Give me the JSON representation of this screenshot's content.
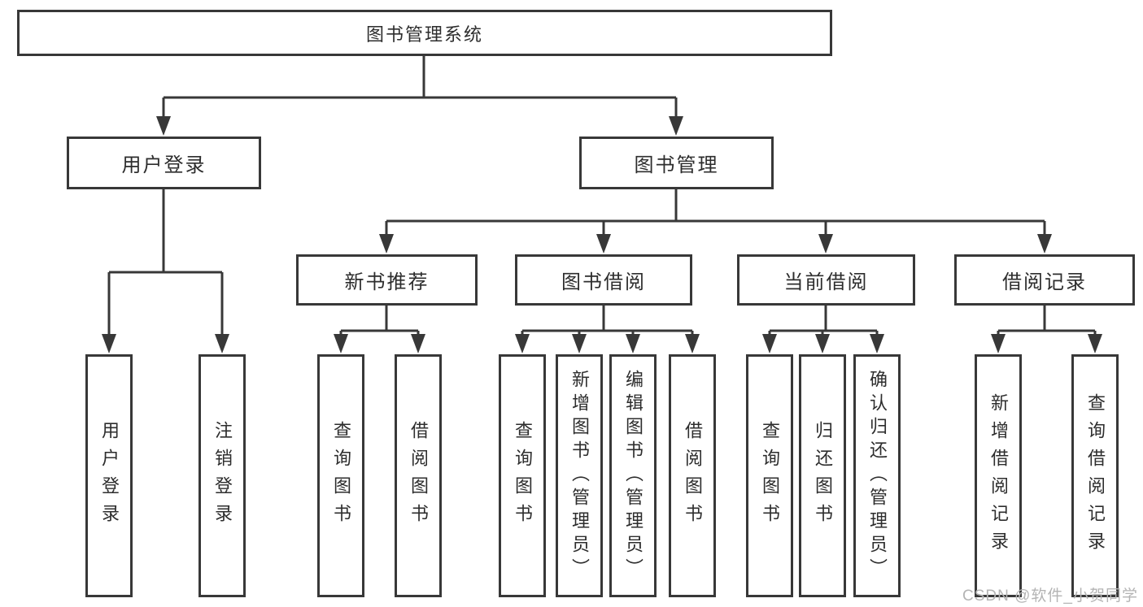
{
  "root": {
    "label": "图书管理系统"
  },
  "branches": [
    {
      "label": "用户登录",
      "children": [
        {
          "label": "用户登录"
        },
        {
          "label": "注销登录"
        }
      ]
    },
    {
      "label": "图书管理",
      "children": [
        {
          "label": "新书推荐",
          "children": [
            {
              "label": "查询图书"
            },
            {
              "label": "借阅图书"
            }
          ]
        },
        {
          "label": "图书借阅",
          "children": [
            {
              "label": "查询图书"
            },
            {
              "label": "新增图书（管理员）"
            },
            {
              "label": "编辑图书（管理员）"
            },
            {
              "label": "借阅图书"
            }
          ]
        },
        {
          "label": "当前借阅",
          "children": [
            {
              "label": "查询图书"
            },
            {
              "label": "归还图书"
            },
            {
              "label": "确认归还（管理员）"
            }
          ]
        },
        {
          "label": "借阅记录",
          "children": [
            {
              "label": "新增借阅记录"
            },
            {
              "label": "查询借阅记录"
            }
          ]
        }
      ]
    }
  ],
  "watermark": "CSDN @软件_小贺同学",
  "colors": {
    "line": "#383838",
    "text": "#2d2d2d",
    "watermark": "#b4b4b4",
    "background": "#ffffff"
  }
}
